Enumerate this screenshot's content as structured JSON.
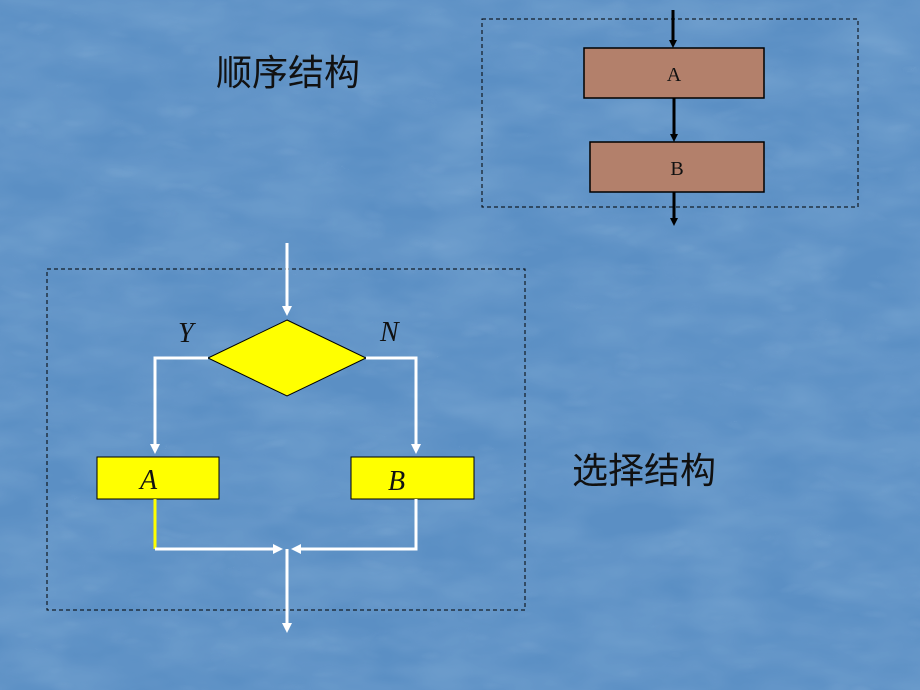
{
  "slide": {
    "sequence_title": "顺序结构",
    "selection_title": "选择结构"
  },
  "sequence": {
    "box_a_label": "A",
    "box_b_label": "B",
    "box_color": "#b3806b"
  },
  "selection": {
    "yes_label": "Y",
    "no_label": "N",
    "box_a_label": "A",
    "box_b_label": "B",
    "fill_color": "#ffff00"
  },
  "colors": {
    "background": "#5b8fc4",
    "flow_line": "#ffffff",
    "highlight_line": "#ffff00"
  }
}
